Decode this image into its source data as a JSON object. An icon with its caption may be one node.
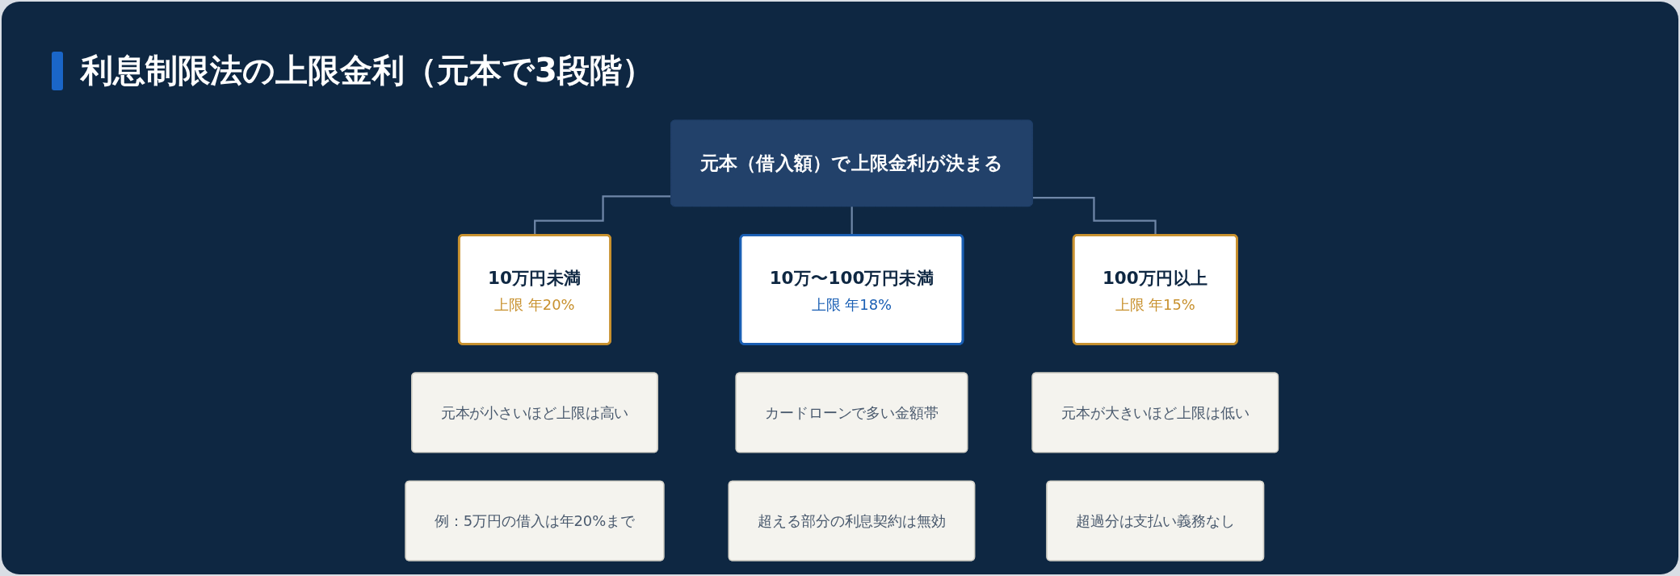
{
  "diagram": {
    "title": "利息制限法の上限金利（元本で3段階）",
    "nodes": [
      {
        "text": [
          "元本（借入額）で上限金利が決まる"
        ]
      },
      {
        "text": [
          "10万円未満",
          "上限 年20%"
        ]
      },
      {
        "text": [
          "10万〜100万円未満",
          "上限 年18%"
        ]
      },
      {
        "text": [
          "100万円以上",
          "上限 年15%"
        ]
      },
      {
        "text": [
          "元本が小さいほど上限は高い"
        ]
      },
      {
        "text": [
          "カードローンで多い金額帯"
        ]
      },
      {
        "text": [
          "元本が大きいほど上限は低い"
        ]
      },
      {
        "text": [
          "例：5万円の借入は年20%まで"
        ]
      },
      {
        "text": [
          "超える部分の利息契約は無効"
        ]
      },
      {
        "text": [
          "超過分は支払い義務なし"
        ]
      }
    ],
    "edges": [
      {
        "from": 0,
        "to": 1,
        "arrow": "none"
      },
      {
        "from": 0,
        "to": 2,
        "arrow": "none"
      },
      {
        "from": 0,
        "to": 3,
        "arrow": "none"
      }
    ]
  }
}
